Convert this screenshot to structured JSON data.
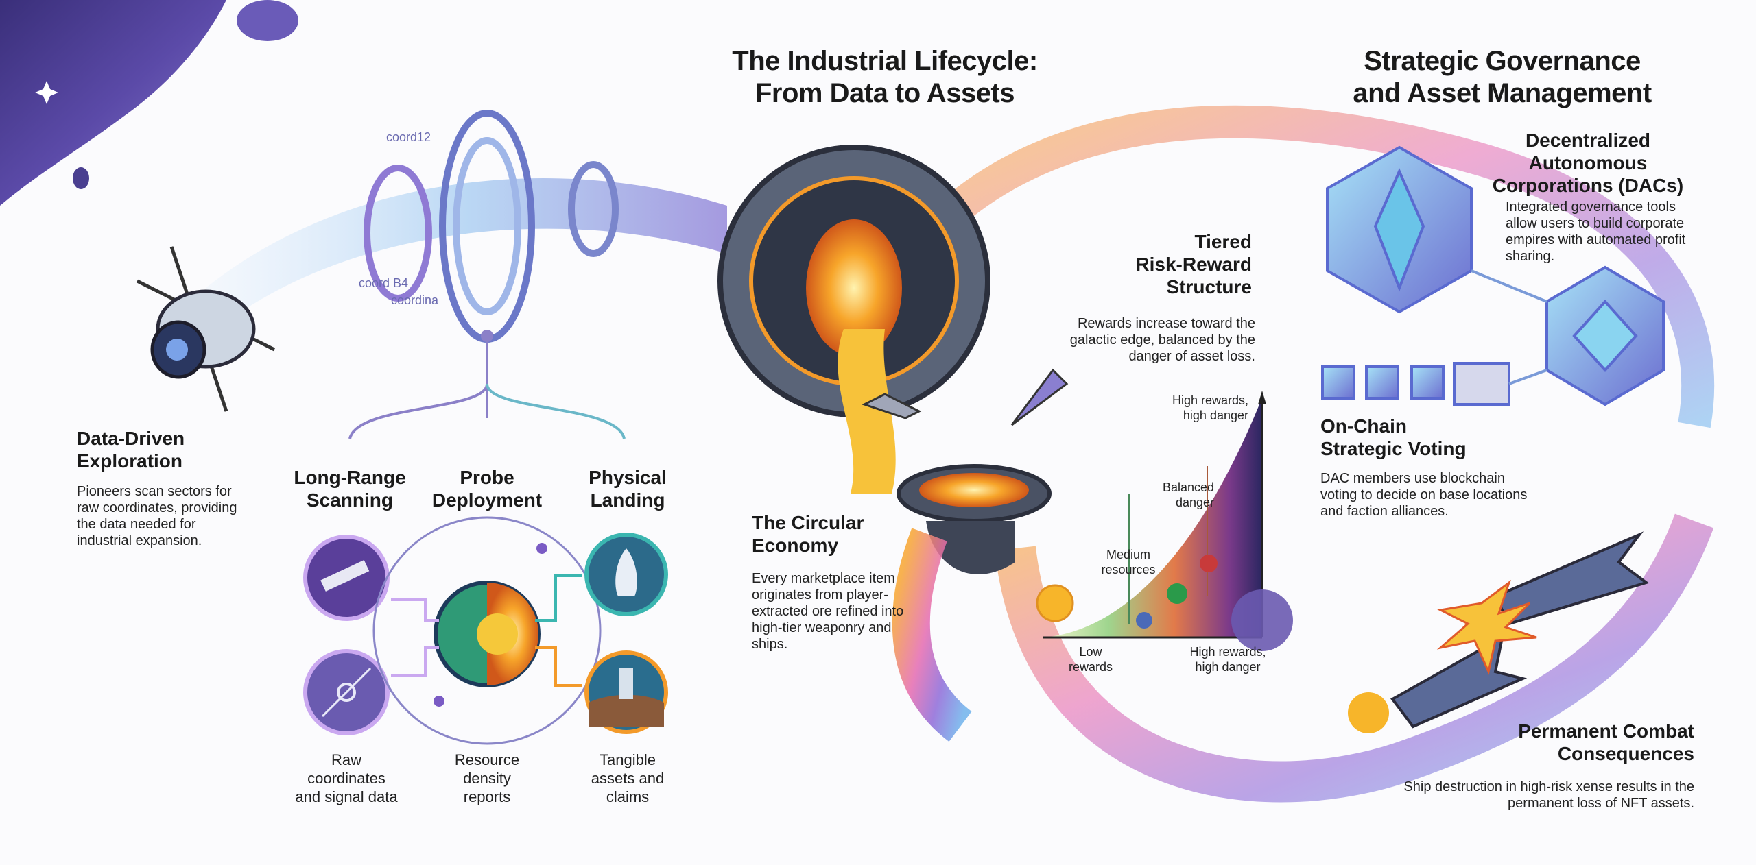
{
  "titles": {
    "lifecycle": "The Industrial Lifecycle:\nFrom Data to Assets",
    "governance": "Strategic Governance\nand Asset Management"
  },
  "sections": {
    "exploration": {
      "title": "Data-Driven\nExploration",
      "body": "Pioneers scan sectors for raw coordinates, providing the data needed for industrial expansion."
    },
    "circular": {
      "title": "The Circular\nEconomy",
      "body": "Every marketplace item originates from player-extracted ore refined into high-tier weaponry and ships."
    },
    "tiered": {
      "title": "Tiered\nRisk-Reward\nStructure",
      "body": "Rewards increase toward the galactic edge, balanced by the danger of asset loss."
    },
    "dac": {
      "title": "Decentralized\nAutonomous\nCorporations (DACs)",
      "body": "Integrated governance tools allow users to build corporate empires with automated profit sharing."
    },
    "voting": {
      "title": "On-Chain\nStrategic Voting",
      "body": "DAC members use blockchain voting to decide on base locations and faction alliances."
    },
    "combat": {
      "title": "Permanent Combat\nConsequences",
      "body": "Ship destruction in high-risk xense results in the permanent loss of NFT assets."
    }
  },
  "stages": {
    "scanning": {
      "title": "Long-Range\nScanning",
      "output": "Raw\ncoordinates\nand signal data"
    },
    "probe": {
      "title": "Probe\nDeployment",
      "output": "Resource\ndensity\nreports"
    },
    "landing": {
      "title": "Physical\nLanding",
      "output": "Tangible\nassets and\nclaims"
    }
  },
  "coords": {
    "c1": "coord12",
    "c2": "coord B4",
    "c3": "coordina"
  },
  "risk_chart": {
    "high_top": "High rewards,\nhigh danger",
    "balanced": "Balanced\ndanger",
    "medium": "Medium\nresources",
    "low": "Low\nrewards",
    "high_bottom": "High rewards,\nhigh danger"
  },
  "colors": {
    "purple": "#7a5bc4",
    "blue": "#5a9ad8",
    "orange": "#f39a2a",
    "teal": "#3bb6b0"
  }
}
